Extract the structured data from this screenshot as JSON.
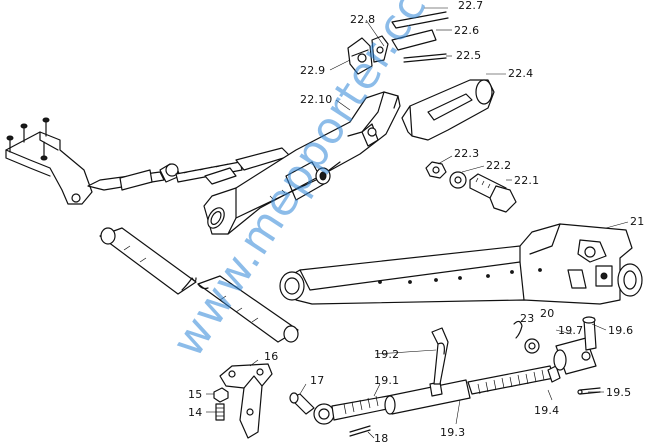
{
  "watermark": "www.mepporter.cc",
  "labels": {
    "l22_7": "22.7",
    "l22_8": "22.8",
    "l22_6": "22.6",
    "l22_5": "22.5",
    "l22_9": "22.9",
    "l22_4": "22.4",
    "l22_10": "22.10",
    "l22_3": "22.3",
    "l22_2": "22.2",
    "l22_1": "22.1",
    "l21": "21",
    "l23": "23",
    "l20": "20",
    "l19_7": "19.7",
    "l19_6": "19.6",
    "l19_2": "19.2",
    "l16": "16",
    "l17": "17",
    "l19_1": "19.1",
    "l15": "15",
    "l14": "14",
    "l19_5": "19.5",
    "l19_4": "19.4",
    "l19_3": "19.3",
    "l18": "18"
  }
}
